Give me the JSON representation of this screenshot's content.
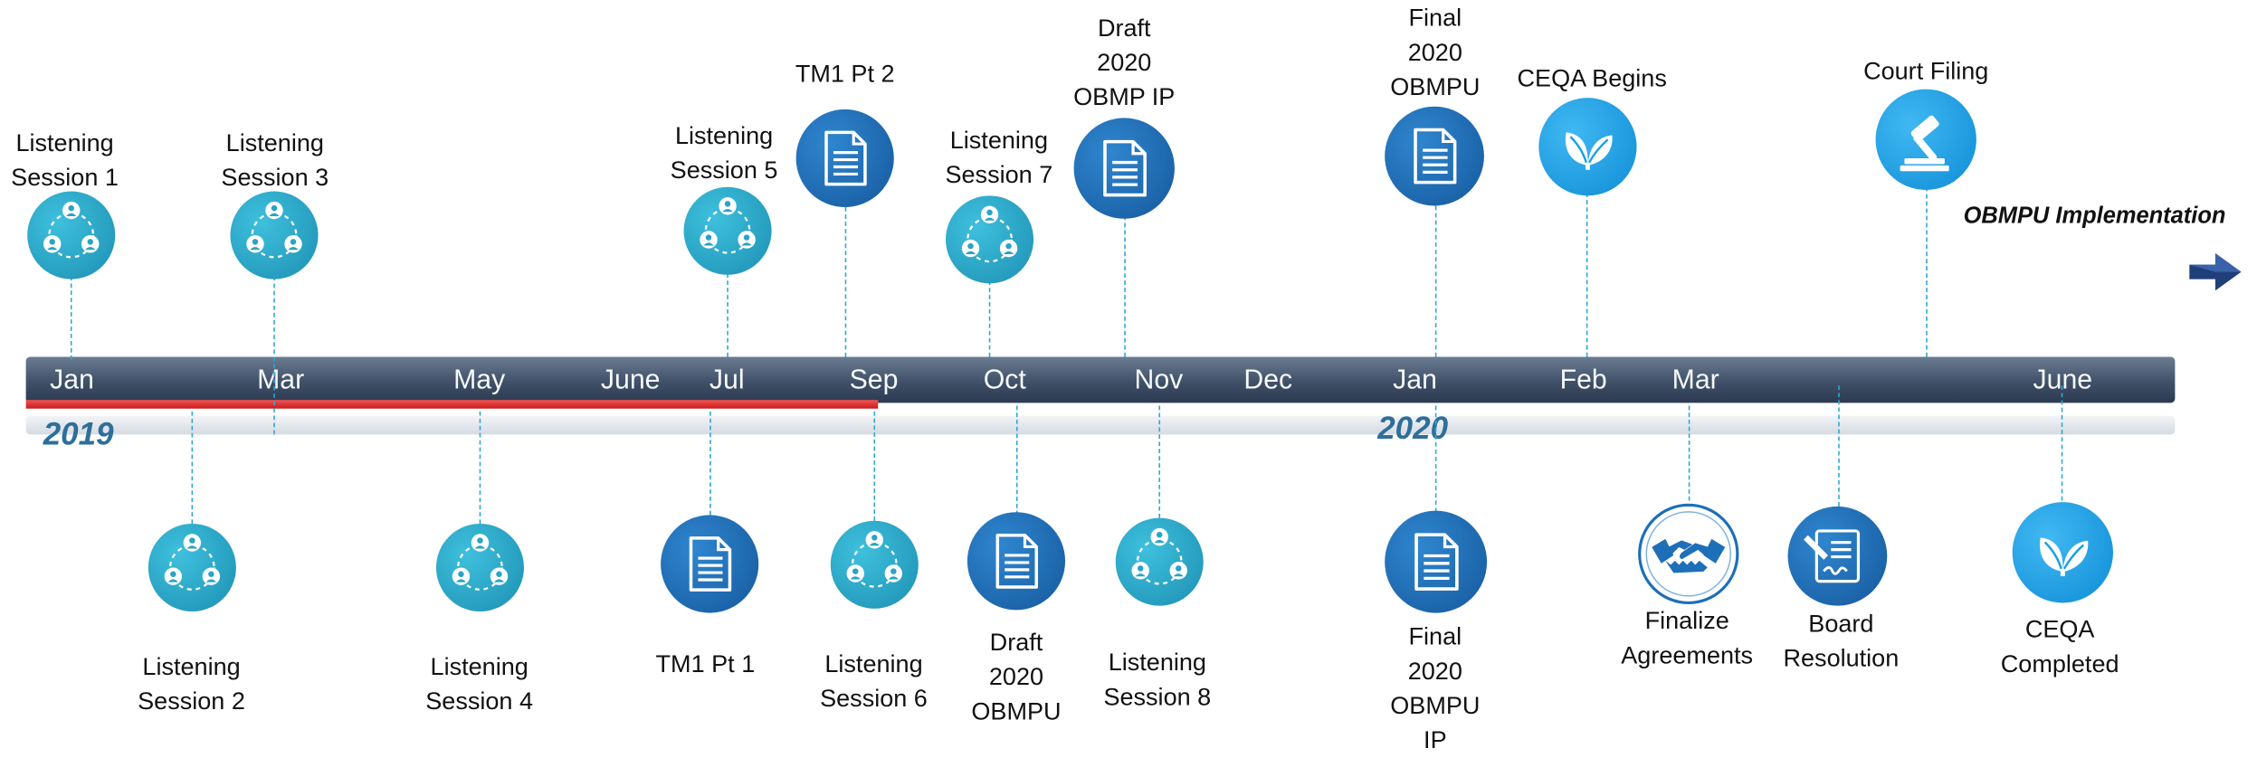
{
  "colors": {
    "bar_top": "#6b7c92",
    "bar_bottom": "#2c3a50",
    "progress_red": "#e02424",
    "dashed_line": "#2ea7d6",
    "icon_teal": "#2aa3c4",
    "icon_navy": "#1d6fb8",
    "icon_sky": "#16a0e6",
    "year_text": "#2e6f9a",
    "arrow_navy": "#1f3f7a"
  },
  "timeline": {
    "months": [
      "Jan",
      "Mar",
      "May",
      "June",
      "Jul",
      "Sep",
      "Oct",
      "Nov",
      "Dec",
      "Jan",
      "Feb",
      "Mar",
      "June"
    ],
    "years": [
      "2019",
      "2020"
    ],
    "progress_through": "Sep",
    "implementation_label": "OBMPU Implementation"
  },
  "milestones_above": [
    {
      "label": "Listening\nSession 1",
      "icon": "people-circle-icon"
    },
    {
      "label": "Listening\nSession 3",
      "icon": "people-circle-icon"
    },
    {
      "label": "Listening\nSession 5",
      "icon": "people-circle-icon"
    },
    {
      "label": "TM1 Pt 2",
      "icon": "document-icon"
    },
    {
      "label": "Listening\nSession 7",
      "icon": "people-circle-icon"
    },
    {
      "label": "Draft\n2020\nOBMP IP",
      "icon": "document-icon"
    },
    {
      "label": "Final\n2020\nOBMPU",
      "icon": "document-icon"
    },
    {
      "label": "CEQA Begins",
      "icon": "leaf-icon"
    },
    {
      "label": "Court Filing",
      "icon": "gavel-icon"
    }
  ],
  "milestones_below": [
    {
      "label": "Listening\nSession 2",
      "icon": "people-circle-icon"
    },
    {
      "label": "Listening\nSession 4",
      "icon": "people-circle-icon"
    },
    {
      "label": "TM1 Pt 1",
      "icon": "document-icon"
    },
    {
      "label": "Listening\nSession 6",
      "icon": "people-circle-icon"
    },
    {
      "label": "Draft\n2020\nOBMPU",
      "icon": "document-icon"
    },
    {
      "label": "Listening\nSession 8",
      "icon": "people-circle-icon"
    },
    {
      "label": "Final\n2020\nOBMPU\nIP",
      "icon": "document-icon"
    },
    {
      "label": "Finalize\nAgreements",
      "icon": "handshake-icon"
    },
    {
      "label": "Board\nResolution",
      "icon": "signed-document-icon"
    },
    {
      "label": "CEQA\nCompleted",
      "icon": "leaf-icon"
    }
  ]
}
